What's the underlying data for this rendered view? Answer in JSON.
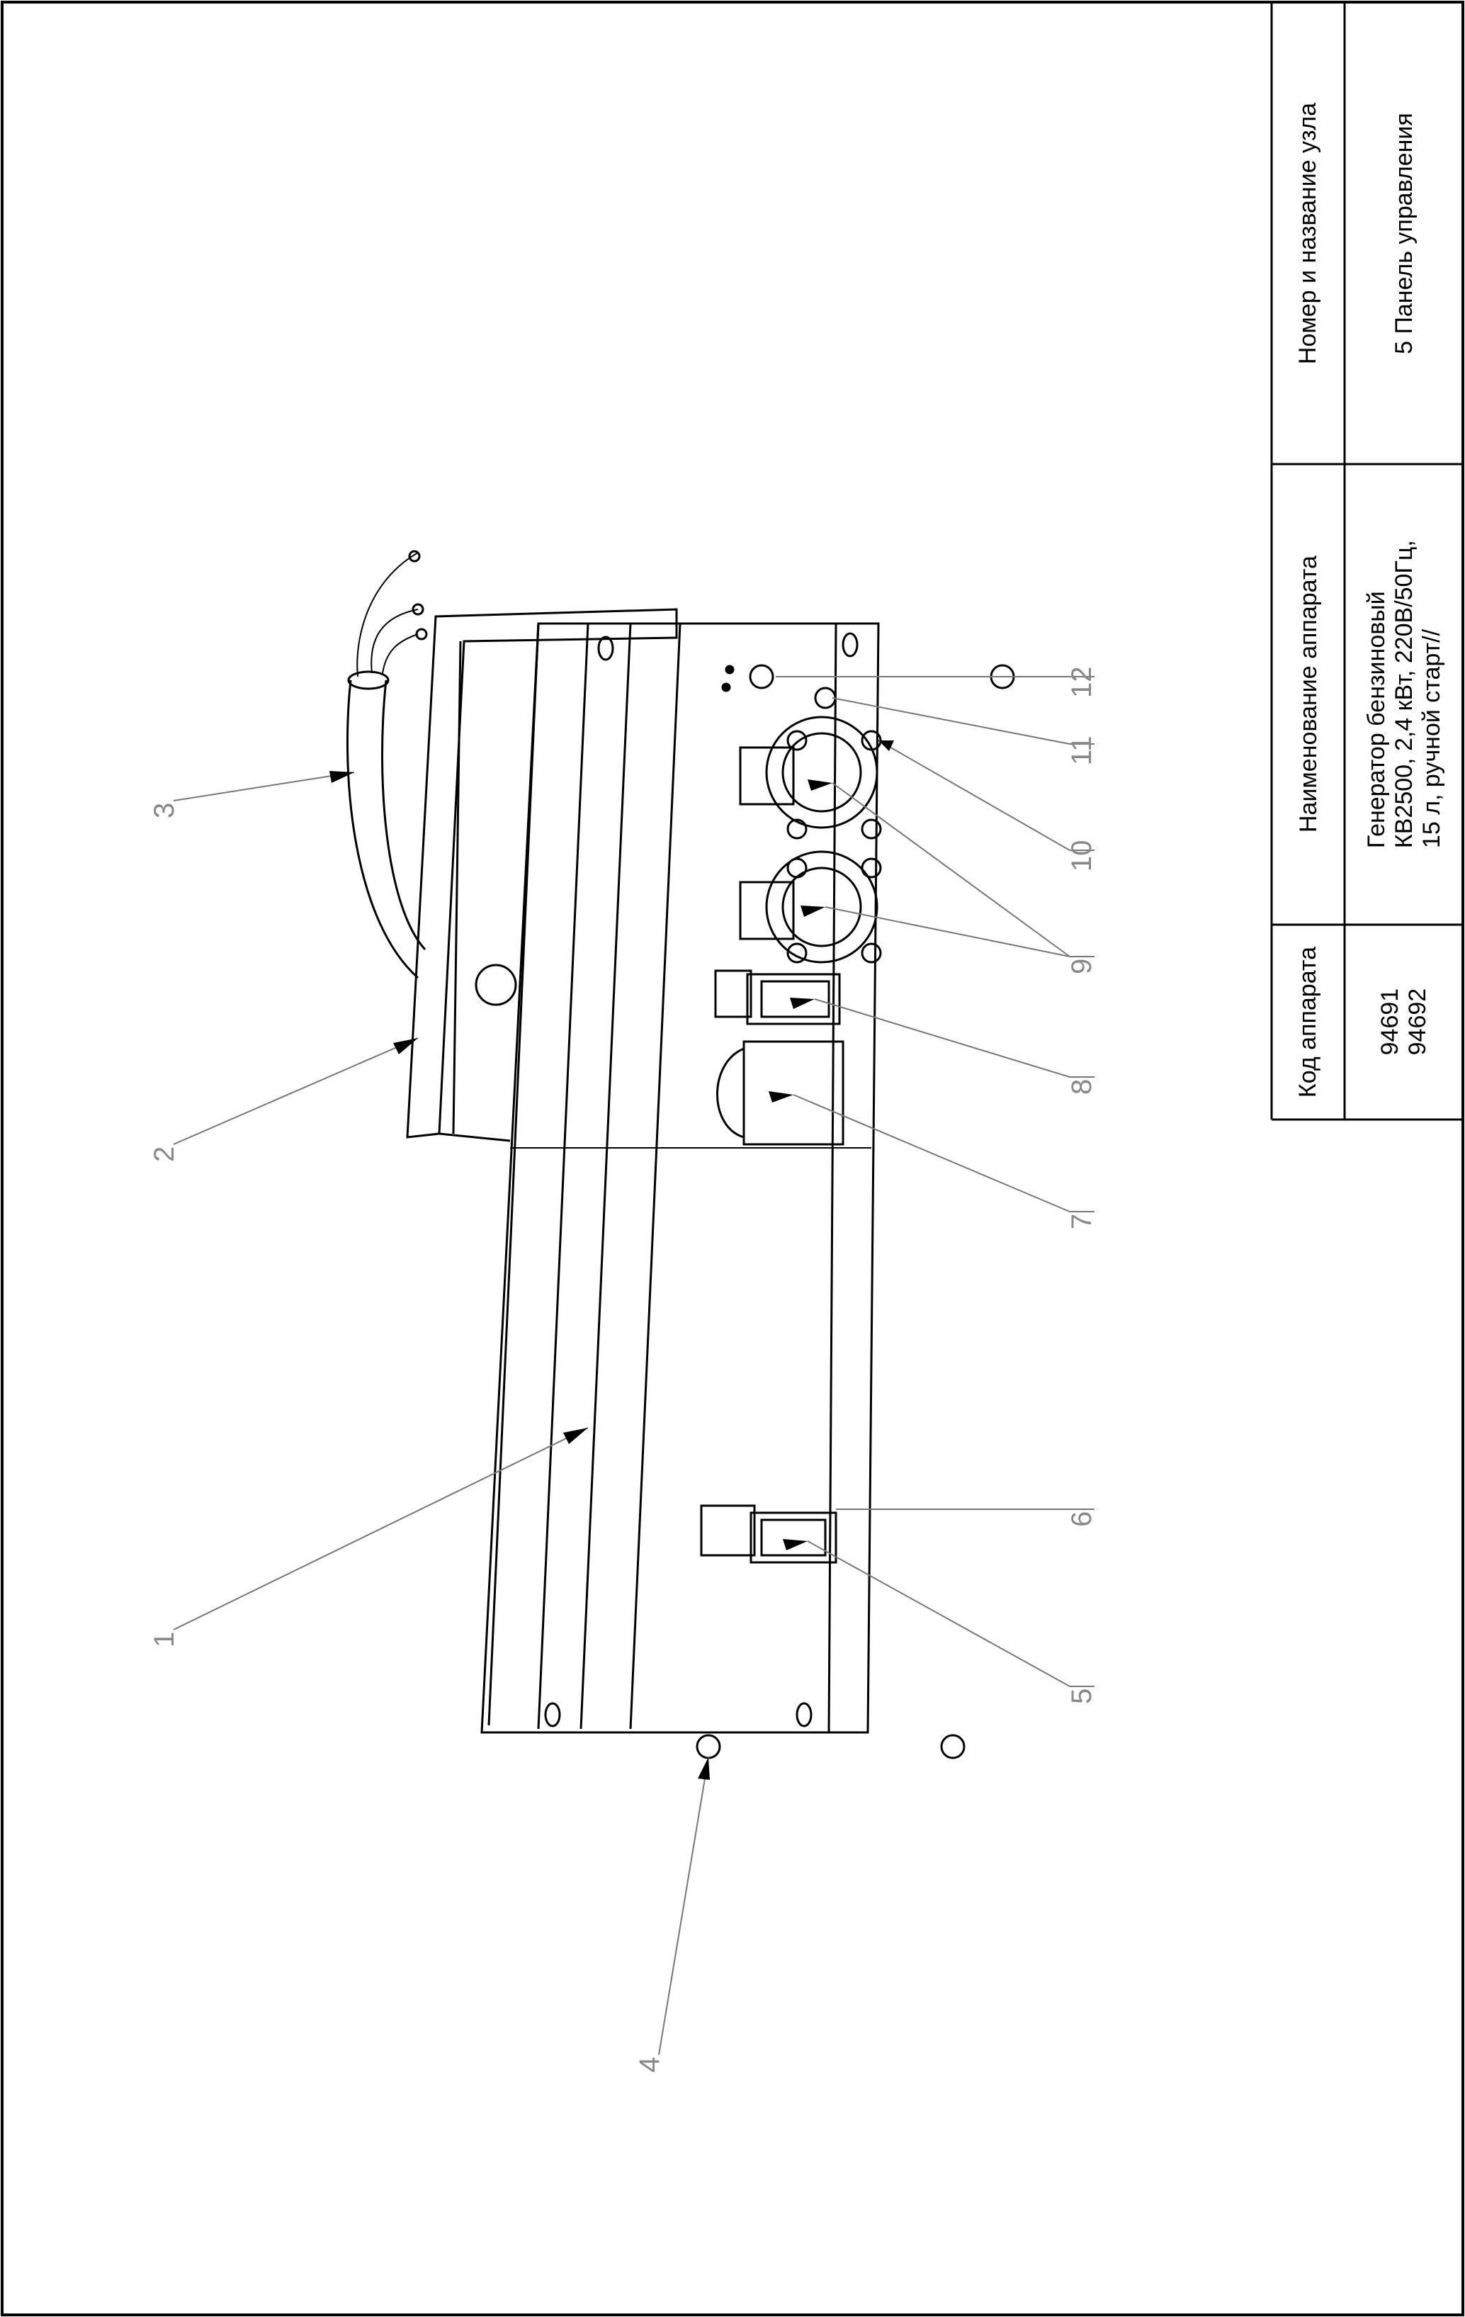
{
  "title_block": {
    "headers": {
      "code": "Код аппарата",
      "name": "Наименование аппарата",
      "unit": "Номер и название узла"
    },
    "codes": [
      "94691",
      "94692"
    ],
    "device_name_lines": [
      "Генератор бензиновый",
      "КВ2500, 2,4 кВт, 220В/50Гц,",
      "15 л, ручной старт//"
    ],
    "unit_name": "5 Панель управления"
  },
  "callouts": [
    "1",
    "2",
    "3",
    "4",
    "5",
    "6",
    "7",
    "8",
    "9",
    "10",
    "11",
    "12"
  ]
}
